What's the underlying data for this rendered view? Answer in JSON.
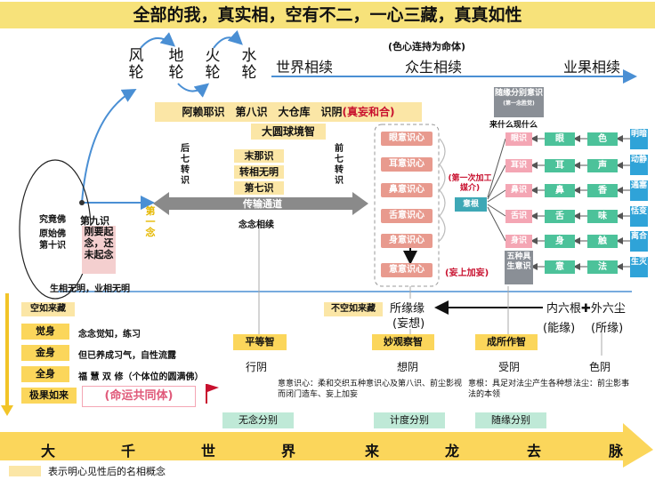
{
  "title": "全部的我，真实相，空有不二，一心三藏，真真如性",
  "elements": [
    "风轮",
    "地轮",
    "火轮",
    "水轮"
  ],
  "top_labels": {
    "world": "世界相续",
    "beings_note": "(色心连持为命体)",
    "beings": "众生相续",
    "karma": "业果相续"
  },
  "alaya": {
    "prefix": "阿赖耶识　第八识　大仓库　识阴",
    "suffix": "(真妄和合)"
  },
  "great_mirror": "大圆球境智",
  "back_seven": "后七转识",
  "front_seven": "前七转识",
  "mid_boxes": [
    "末那识",
    "转相无明",
    "第七识"
  ],
  "channel": "传输通道",
  "nianxiang": "念念相续",
  "first_thought": "第一念",
  "left_oval": {
    "ultimate": "究竟佛",
    "original": "原始佛",
    "tenth": "第十识",
    "ninth": "第九识",
    "note": "刚要起念，还未起念",
    "bottom": "生相无明，业相无明"
  },
  "mind_list": [
    "眼意识心",
    "耳意识心",
    "鼻意识心",
    "舌意识心",
    "身意识心",
    "意意识心"
  ],
  "first_add": "(第一次加工媒介)",
  "yigen": "意根",
  "wangshang": "(妄上加妄)",
  "wuzhong": "五种具生意识",
  "suiyuan_box": "随缘分别意识",
  "suiyuan_small": "(第一念胜觉)",
  "laishenme": "来什么现什么",
  "conscious": [
    "眼识",
    "耳识",
    "鼻识",
    "舌识",
    "身识"
  ],
  "roots": [
    "眼",
    "耳",
    "鼻",
    "舌",
    "身",
    "意"
  ],
  "dusts": [
    "色",
    "声",
    "香",
    "味",
    "触",
    "法"
  ],
  "pairs": [
    "明暗",
    "动静",
    "通塞",
    "恬变",
    "离合",
    "生灭"
  ],
  "kongrulai": "空如来藏",
  "bukong": "不空如来藏",
  "suoyuan": "所缘缘",
  "wangxiang": "(妄想)",
  "liugen": "内六根✚外六尘",
  "nengyuan": "(能缘)",
  "suoyuan2": "(所缘)",
  "bodies": [
    {
      "name": "觉身",
      "desc": "念念觉知，练习"
    },
    {
      "name": "金身",
      "desc": "但已养成习气，自性流露"
    },
    {
      "name": "全身",
      "desc": "福 慧 双 修（个体位的圆满佛）"
    }
  ],
  "jiguo": "极果如来",
  "mingyun": "(命运共同体)",
  "wisdoms": [
    "平等智",
    "妙观察智",
    "成所作智"
  ],
  "yin": [
    "行阴",
    "想阴",
    "受阴",
    "色阴"
  ],
  "notes": {
    "yishi": "意意识心：柔和交织五种意识心及第八识、前尘影视而闭门造车、妄上加妄",
    "yigen": "意根：具足对法尘产生各种想法的本领",
    "fachen": "法尘：前尘影事"
  },
  "fenbie": [
    "无念分别",
    "计度分别",
    "随缘分别"
  ],
  "bottom_chars": [
    "大",
    "千",
    "世",
    "界",
    "来",
    "龙",
    "去",
    "脉"
  ],
  "legend": "表示明心见性后的名相概念"
}
